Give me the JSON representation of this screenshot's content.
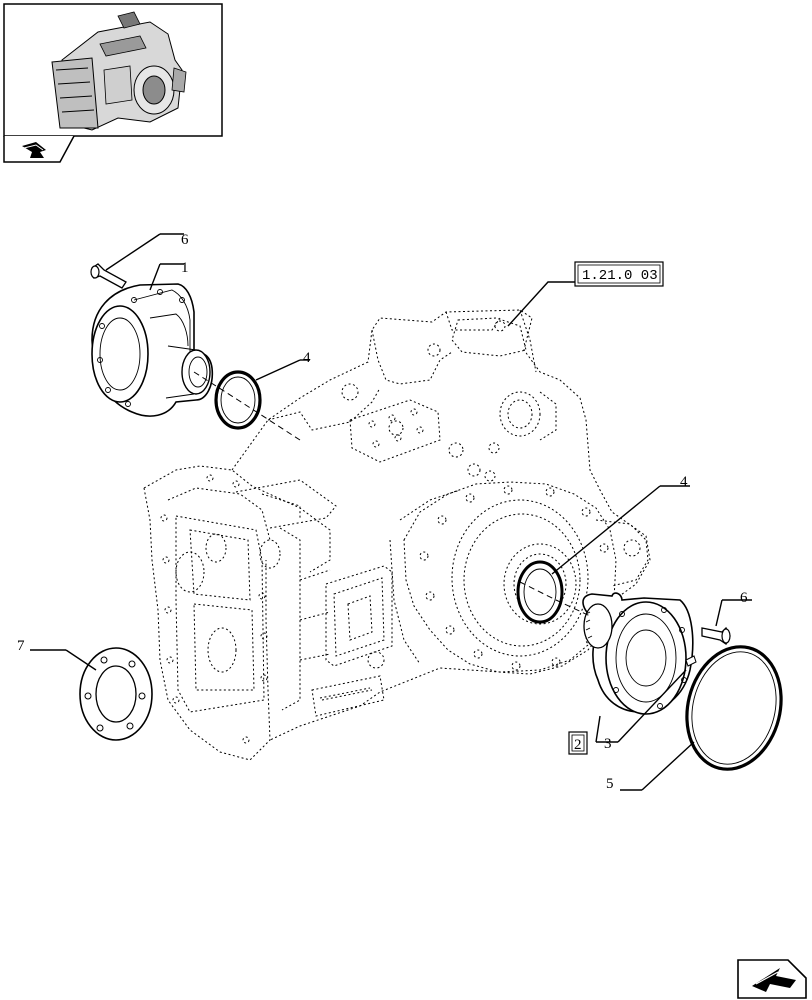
{
  "thumbnail": {
    "icon": "assembly-thumbnail-icon"
  },
  "labels": {
    "item1": "1",
    "item2": "2",
    "item3": "3",
    "item4_top": "4",
    "item4_right": "4",
    "item5": "5",
    "item6_top": "6",
    "item6_right": "6",
    "item7": "7"
  },
  "reference_box": {
    "text": "1.21.0 03"
  },
  "nav": {
    "next_icon": "next-page-arrow-icon",
    "prev_icon": "back-arrow-icon"
  }
}
